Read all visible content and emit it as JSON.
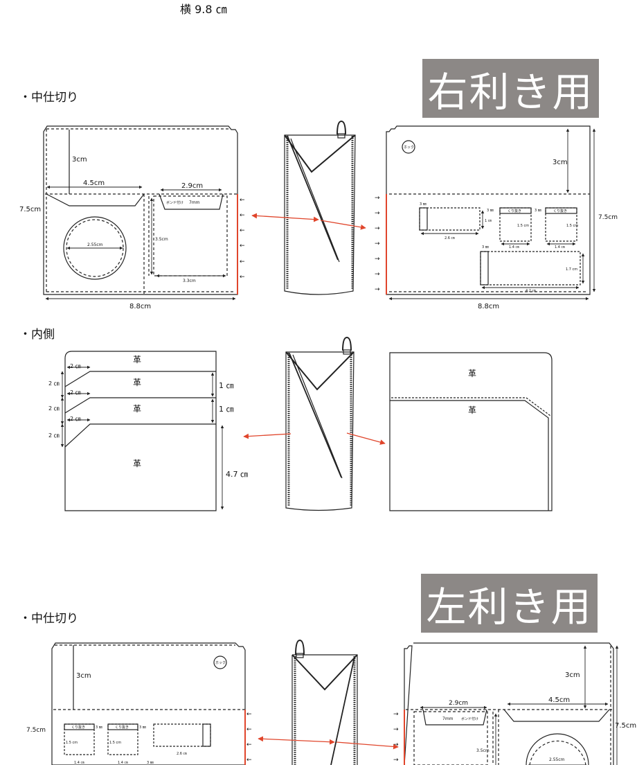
{
  "top_note": "横 9.8 ㎝",
  "sections": {
    "right": {
      "tag": "右利き用",
      "heading": "・中仕切り"
    },
    "inner": {
      "heading": "・内側"
    },
    "left": {
      "tag": "左利き用",
      "heading": "・中仕切り"
    }
  },
  "labels": {
    "h3cm": "3cm",
    "h4_5cm": "4.5cm",
    "h2_9cm": "2.9cm",
    "h7_5cm": "7.5cm",
    "h2_55cm": "2.55cm",
    "h3_5cm": "3.5cm",
    "h3_3cm": "3.3cm",
    "h8_8cm": "8.8cm",
    "bond": "ボンド付け",
    "h7mm": "7mm",
    "hook": "ホック",
    "kurinuki": "くり抜き",
    "h3mm": "3 ㎜",
    "h1cm": "1 ㎝",
    "h1_5cm": "1.5 cm",
    "h1_4cm": "1.4 ㎝",
    "h2_6cm": "2.6 ㎝",
    "h1_7cm": "1.7 cm",
    "h4_2cm": "4.2 ㎝",
    "h1cm_b": "1 ㎝",
    "h2cm": "2 ㎝",
    "h4_7cm": "4.7 ㎝",
    "leather": "革"
  },
  "colors": {
    "tag_bg": "#8c8886",
    "arrow": "#e0452b",
    "line": "#222222"
  }
}
